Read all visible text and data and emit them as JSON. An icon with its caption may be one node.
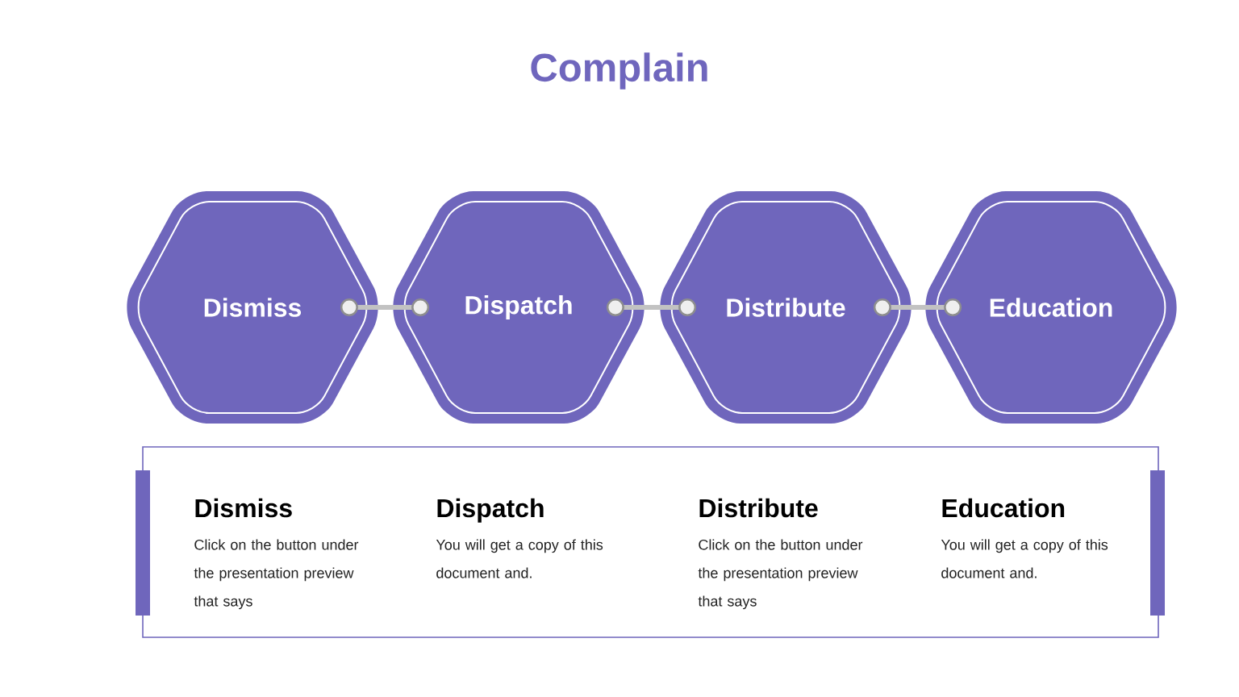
{
  "diagram": {
    "title": "Complain",
    "nodes": [
      {
        "text": [
          "Dismiss"
        ]
      },
      {
        "text": [
          "Dispatch"
        ]
      },
      {
        "text": [
          "Distribute"
        ]
      },
      {
        "text": [
          "Education"
        ]
      },
      {
        "text": [
          "Dismiss",
          "Click on the button under the presentation preview that says",
          "Dispatch",
          "You will get a copy of this document and.",
          "Distribute",
          "Click on the button under the presentation preview that says",
          "Education",
          "You will get a copy of this document and."
        ]
      }
    ],
    "edges": [
      {
        "from": 0,
        "to": 1,
        "arrow": "other"
      },
      {
        "from": 1,
        "to": 2,
        "arrow": "other"
      },
      {
        "from": 2,
        "to": 3,
        "arrow": "other"
      }
    ]
  }
}
